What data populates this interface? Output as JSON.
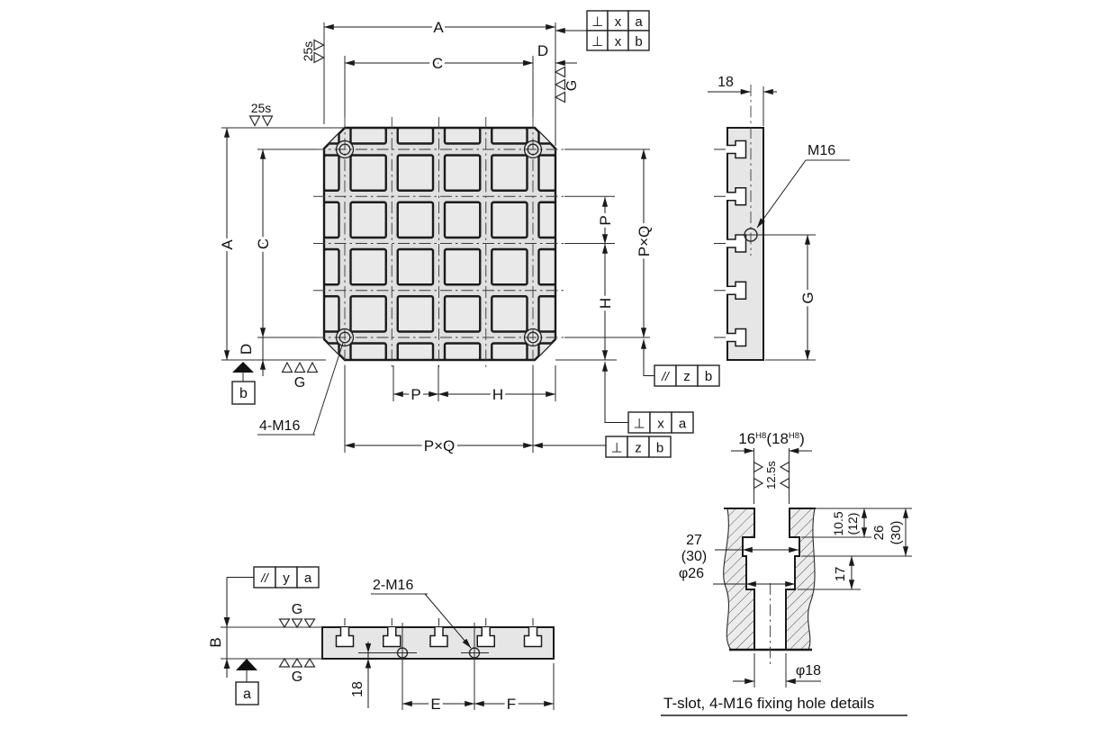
{
  "plan_view": {
    "dim_A": "A",
    "dim_C": "C",
    "dim_D": "D",
    "dim_P": "P",
    "dim_H": "H",
    "dim_PxQ": "P×Q",
    "fixing_holes_label": "4-M16",
    "finish_25s": "25s",
    "finish_G": "G",
    "datum_b": "b",
    "frame_top_right": {
      "r1": [
        "⊥",
        "x",
        "a"
      ],
      "r2": [
        "⊥",
        "x",
        "b"
      ]
    },
    "frame_perp_xa": [
      "⊥",
      "x",
      "a"
    ],
    "frame_perp_zb": [
      "⊥",
      "z",
      "b"
    ]
  },
  "side_view": {
    "dim_18": "18",
    "hole_label": "M16",
    "dim_G": "G",
    "frame_par_zb": [
      "//",
      "z",
      "b"
    ]
  },
  "front_view": {
    "dim_B": "B",
    "dim_18": "18",
    "dim_E": "E",
    "dim_F": "F",
    "holes_label": "2-M16",
    "finish_G": "G",
    "datum_a": "a",
    "frame_par_ya": [
      "//",
      "y",
      "a"
    ]
  },
  "detail": {
    "slot_w_main": "16",
    "slot_w_fit": "H8",
    "slot_w_alt": "(18",
    "slot_w_alt_fit": "H8",
    "slot_w_close": ")",
    "finish_12_5s": "12.5s",
    "dim_27": "27",
    "dim_30_top": "(30)",
    "dim_phi26": "φ26",
    "dim_10_5": "10.5",
    "dim_12": "(12)",
    "dim_26": "26",
    "dim_30_right": "(30)",
    "dim_17": "17",
    "dim_phi18": "φ18",
    "caption": "T-slot, 4-M16 fixing hole details"
  }
}
